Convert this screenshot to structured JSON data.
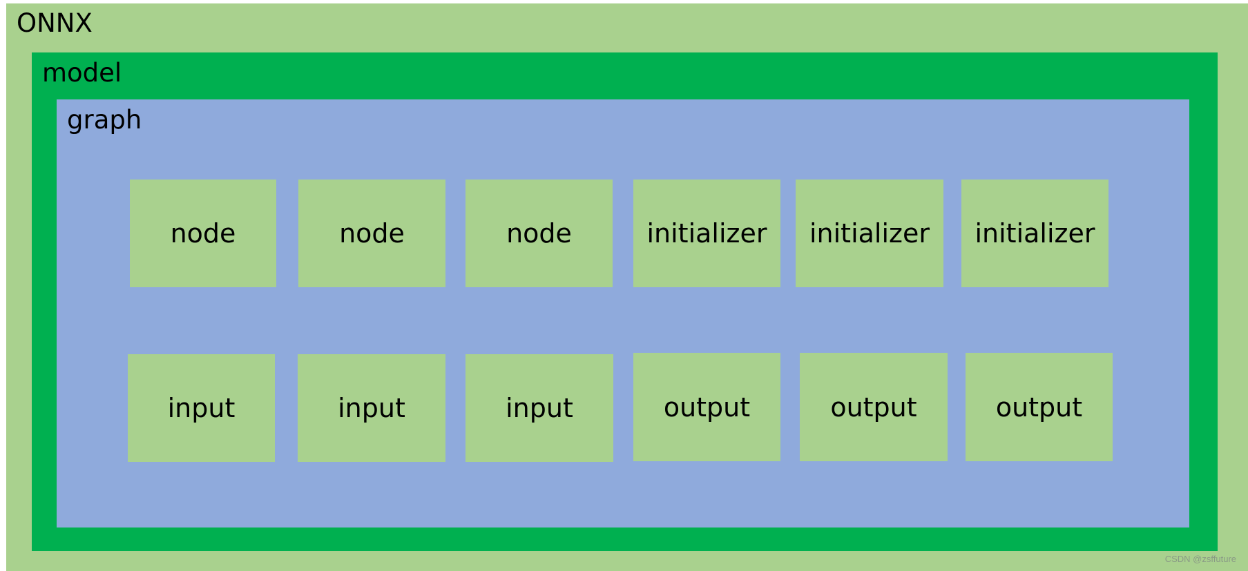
{
  "colors": {
    "onnx_bg": "#a9d18e",
    "model_bg": "#00b050",
    "graph_bg": "#8faadc",
    "cell_bg": "#a9d18e",
    "text": "#000000"
  },
  "onnx": {
    "label": "ONNX"
  },
  "model": {
    "label": "model"
  },
  "graph": {
    "label": "graph",
    "row1": [
      {
        "label": "node"
      },
      {
        "label": "node"
      },
      {
        "label": "node"
      },
      {
        "label": "initializer"
      },
      {
        "label": "initializer"
      },
      {
        "label": "initializer"
      }
    ],
    "row2": [
      {
        "label": "input"
      },
      {
        "label": "input"
      },
      {
        "label": "input"
      },
      {
        "label": "output"
      },
      {
        "label": "output"
      },
      {
        "label": "output"
      }
    ]
  },
  "watermark": "CSDN @zsffuture"
}
